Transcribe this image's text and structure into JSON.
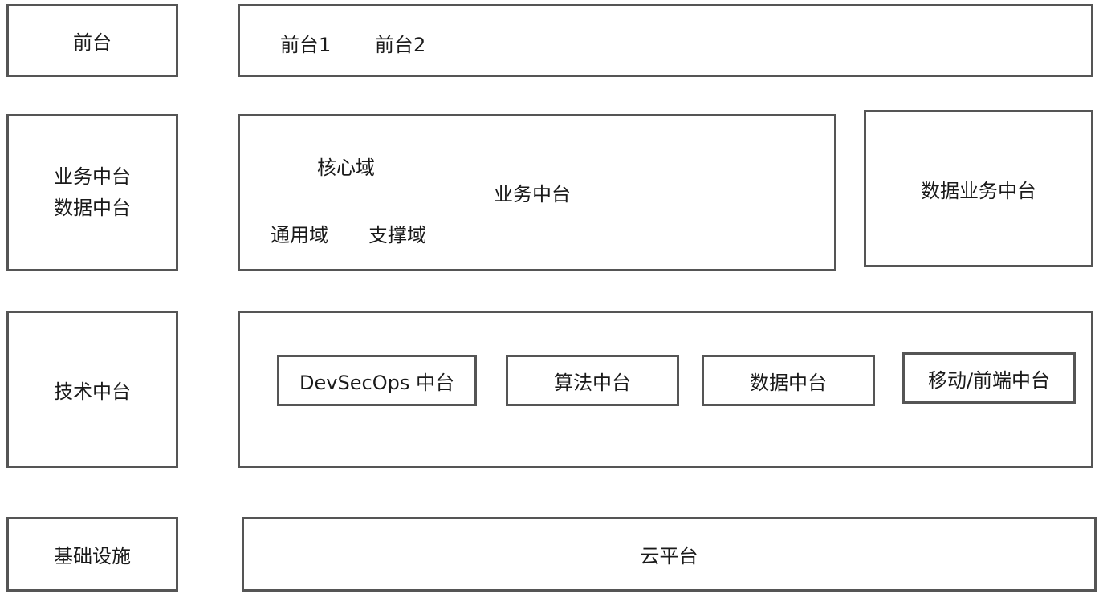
{
  "layers": {
    "frontend": {
      "label": "前台",
      "items": [
        "前台1",
        "前台2"
      ]
    },
    "middle": {
      "label_lines": [
        "业务中台",
        "数据中台"
      ],
      "business": {
        "title": "业务中台",
        "core_domain": "核心域",
        "general_domain": "通用域",
        "support_domain": "支撑域"
      },
      "data_business": "数据业务中台"
    },
    "tech": {
      "label": "技术中台",
      "items": [
        "DevSecOps 中台",
        "算法中台",
        "数据中台",
        "移动/前端中台"
      ]
    },
    "infra": {
      "label": "基础设施",
      "platform": "云平台"
    }
  },
  "colors": {
    "border": "#555555",
    "text": "#1a1a1a",
    "background": "#ffffff"
  }
}
